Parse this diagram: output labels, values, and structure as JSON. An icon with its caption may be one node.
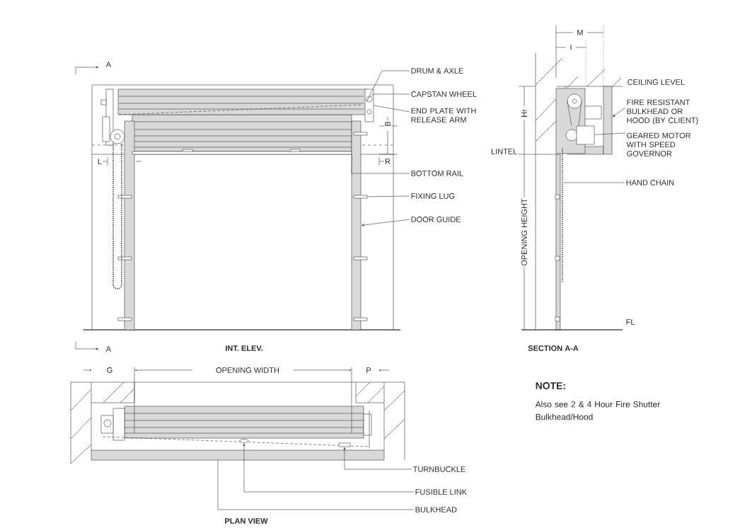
{
  "diagram": {
    "nodes": [
      {
        "text": [
          "DRUM & AXLE"
        ]
      },
      {
        "text": [
          "CAPSTAN WHEEL"
        ]
      },
      {
        "text": [
          "END PLATE WITH RELEASE ARM"
        ]
      },
      {
        "text": [
          "BOTTOM RAIL"
        ]
      },
      {
        "text": [
          "FIXING LUG"
        ]
      },
      {
        "text": [
          "DOOR GUIDE"
        ]
      },
      {
        "text": [
          "FIRE RESISTANT BULKHEAD OR HOOD (BY CLIENT)"
        ]
      },
      {
        "text": [
          "GEARED MOTOR WITH SPEED GOVERNOR"
        ]
      },
      {
        "text": [
          "HAND CHAIN"
        ]
      },
      {
        "text": [
          "TURNBUCKLE"
        ]
      },
      {
        "text": [
          "FUSIBLE LINK"
        ]
      },
      {
        "text": [
          "BULKHEAD"
        ]
      },
      {
        "text": [],
        "shape": "box"
      },
      {
        "text": [],
        "shape": "box"
      },
      {
        "text": [],
        "shape": "circle",
        "in": 13
      },
      {
        "text": [],
        "shape": "bar"
      },
      {
        "text": [],
        "shape": "bar"
      },
      {
        "text": [],
        "shape": "box"
      },
      {
        "text": [],
        "shape": "bar"
      },
      {
        "text": [],
        "shape": "box"
      },
      {
        "text": [],
        "shape": "box"
      },
      {
        "text": [],
        "shape": "circle"
      },
      {
        "text": [],
        "shape": "bar"
      }
    ],
    "edges": [
      {
        "from": 0,
        "to": 12,
        "arrow": "none"
      },
      {
        "from": 1,
        "to": 14,
        "arrow": "none"
      },
      {
        "from": 2,
        "to": 13,
        "arrow": "none"
      },
      {
        "from": 3,
        "to": 15,
        "arrow": "none"
      },
      {
        "from": 4,
        "to": 17,
        "arrow": "none"
      },
      {
        "from": 5,
        "to": 16,
        "arrow": "to"
      },
      {
        "from": 6,
        "to": 18,
        "arrow": "to"
      },
      {
        "from": 7,
        "to": 19,
        "arrow": "none"
      },
      {
        "from": 8,
        "to": null,
        "arrow": "none"
      },
      {
        "from": 9,
        "to": 20,
        "arrow": "to"
      },
      {
        "from": 10,
        "to": 21,
        "arrow": "to"
      },
      {
        "from": 11,
        "to": 22,
        "arrow": "none"
      }
    ],
    "labels": [
      "M",
      "I",
      "A",
      "CEILING LEVEL",
      "Hr",
      "B",
      "LINTEL",
      "L",
      "R",
      "OPENING HEIGHT",
      "FL",
      "A",
      "INT. ELEV.",
      "SECTION A-A",
      "G",
      "OPENING WIDTH",
      "P",
      "NOTE:",
      "Also see 2 & 4 Hour Fire Shutter Bulkhead/Hood",
      "PLAN VIEW"
    ]
  }
}
